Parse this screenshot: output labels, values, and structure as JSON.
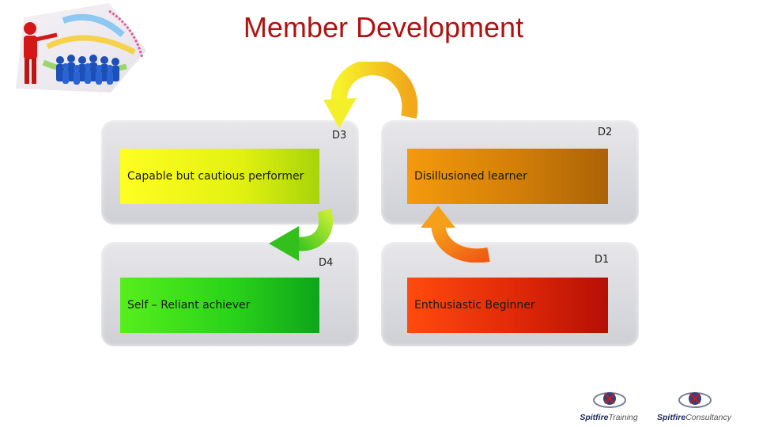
{
  "slide": {
    "title": "Member Development"
  },
  "quadrants": {
    "top_left": {
      "label": "Capable but cautious performer",
      "stage": "D3"
    },
    "top_right": {
      "label": "Disillusioned learner",
      "stage": "D2"
    },
    "bottom_left": {
      "label": "Self – Reliant achiever",
      "stage": "D4"
    },
    "bottom_right": {
      "label": "Enthusiastic Beginner",
      "stage": "D1"
    }
  },
  "logo_image": {
    "icon": "situational-leadership-people-icon"
  },
  "brands": [
    {
      "strong": "Spitfire",
      "light": "Training",
      "icon": "spitfire-crest-icon"
    },
    {
      "strong": "Spitfire",
      "light": "Consultancy",
      "icon": "spitfire-crest-icon"
    }
  ]
}
